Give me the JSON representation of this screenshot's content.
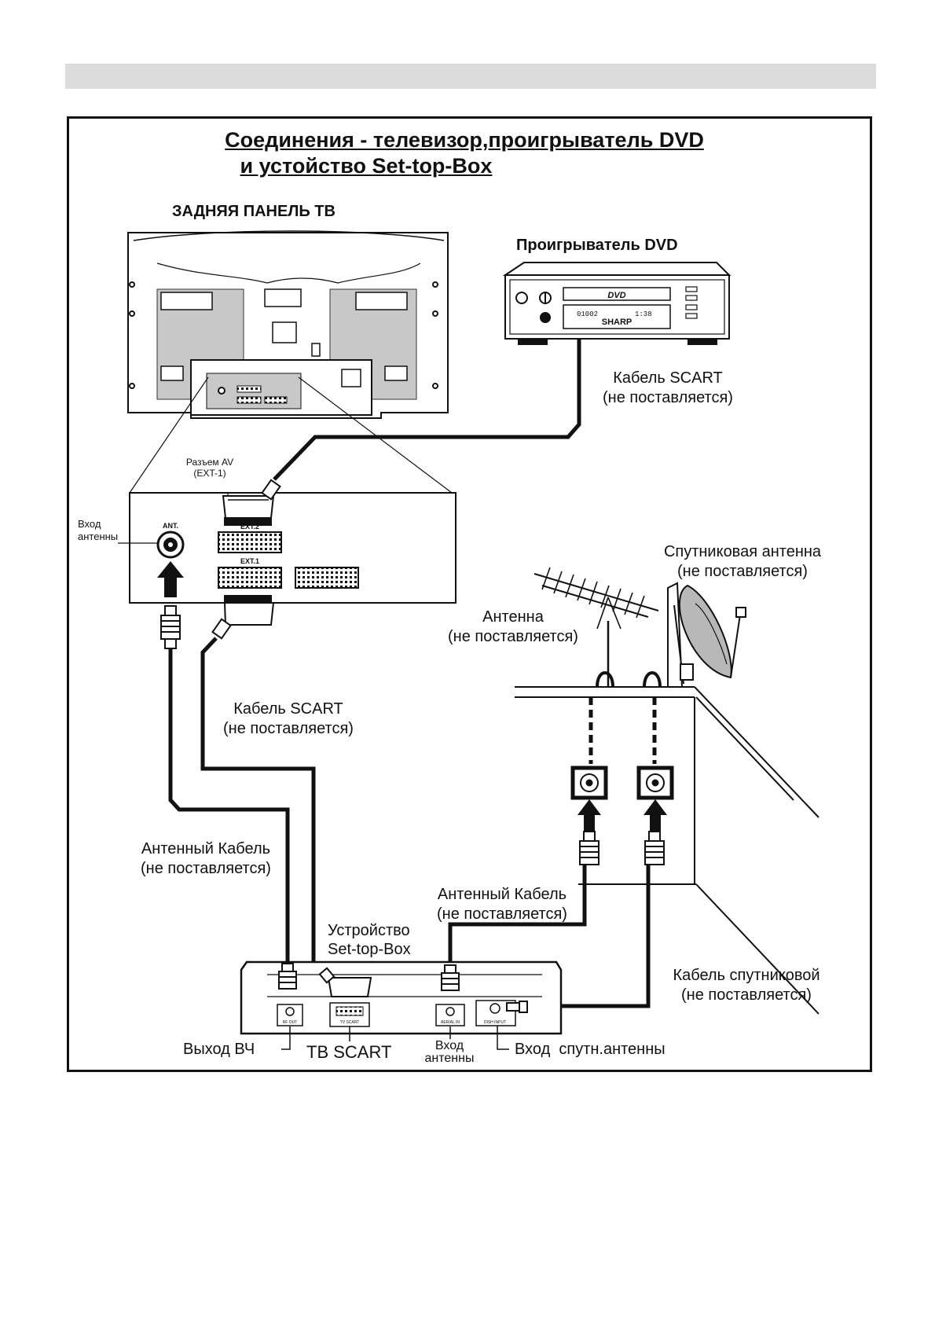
{
  "header": {
    "title_line1": "Соединения - телевизор,проигрыватель DVD",
    "title_line2": "и устойство Set-top-Box"
  },
  "tv": {
    "label": "ЗАДНЯЯ ПАНЕЛЬ ТВ"
  },
  "dvd": {
    "label": "Проигрыватель DVD",
    "logo": "DVD",
    "brand": "SHARP",
    "display_left": "01002",
    "display_right": "1:38"
  },
  "cables": {
    "scart_dvd": {
      "line1": "Кабель SCART",
      "line2": "(не поставляется)"
    },
    "scart_stb": {
      "line1": "Кабель SCART",
      "line2": "(не поставляется)"
    },
    "antenna_left": {
      "line1": "Антенный Кабель",
      "line2": "(не поставляется)"
    },
    "antenna_mid": {
      "line1": "Антенный Кабель",
      "line2": "(не поставляется)"
    },
    "satellite": {
      "line1": "Кабель спутниковой",
      "line2": "(не поставляется)"
    }
  },
  "av_panel": {
    "av_socket_line1": "Разъем AV",
    "av_socket_line2": "(EXT-1)",
    "ant_input_line1": "Вход",
    "ant_input_line2": "антенны",
    "ant_marking": "ANT.",
    "ext2_marking": "EXT.2",
    "ext1_marking": "EXT.1"
  },
  "outdoor": {
    "antenna_line1": "Антенна",
    "antenna_line2": "(не поставляется)",
    "dish_line1": "Спутниковая антенна",
    "dish_line2": "(не поставляется)"
  },
  "stb": {
    "label_line1": "Устройство",
    "label_line2": "Set-top-Box",
    "port_rf_out": "RF OUT",
    "port_tv_scart": "TV SCART",
    "port_aerial_in": "AERIAL IN",
    "port_dish_input": "DISH INPUT",
    "callout_rf": "Выход ВЧ",
    "callout_scart": "ТВ SCART",
    "callout_aerial_line1": "Вход",
    "callout_aerial_line2": "антенны",
    "callout_dish": "Вход  спутн.антенны"
  },
  "colors": {
    "ink": "#111111",
    "panel_gray": "#c8c8c8",
    "header_gray": "#dcdcdc"
  }
}
